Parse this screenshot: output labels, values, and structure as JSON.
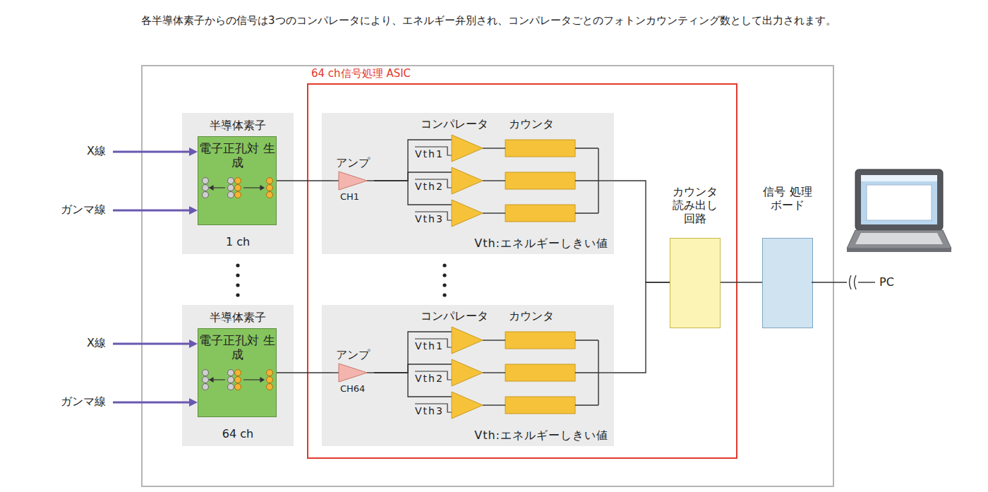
{
  "diagram": {
    "title": "各半導体素子からの信号は3つのコンパレータにより、エネルギー弁別され、コンパレータごとのフォトンカウンティング数として出力されます。",
    "nodes": [
      {
        "text": [
          "半導体素子",
          "1 ch"
        ]
      },
      {
        "text": [
          "電子正孔対 生成"
        ],
        "in": 0
      },
      {
        "text": [
          "64 ch信号処理 ASIC"
        ]
      },
      {
        "text": [
          "コンパレータ",
          "カウンタ",
          "Vth:エネルギーしきい値"
        ],
        "in": 2
      },
      {
        "text": [
          "アンプ",
          "CH1"
        ],
        "in": 3
      },
      {
        "text": [
          "Vth1"
        ],
        "in": 3
      },
      {
        "text": [
          "Vth2"
        ],
        "in": 3
      },
      {
        "text": [
          "Vth3"
        ],
        "in": 3
      },
      {
        "text": [
          "半導体素子",
          "64 ch"
        ]
      },
      {
        "text": [
          "電子正孔対 生成"
        ],
        "in": 8
      },
      {
        "text": [
          "コンパレータ",
          "カウンタ",
          "Vth:エネルギーしきい値"
        ],
        "in": 2
      },
      {
        "text": [
          "アンプ",
          "CH64"
        ],
        "in": 10
      },
      {
        "text": [
          "Vth1"
        ],
        "in": 10
      },
      {
        "text": [
          "Vth2"
        ],
        "in": 10
      },
      {
        "text": [
          "Vth3"
        ],
        "in": 10
      },
      {
        "text": [
          "カウンタ 読み出し 回路"
        ],
        "in": 2
      },
      {
        "text": [
          "信号 処理 ボード"
        ]
      }
    ],
    "edges": [
      {
        "from": 1,
        "to": 4,
        "arrow": "none"
      },
      {
        "from": 4,
        "to": 5,
        "arrow": "none"
      },
      {
        "from": 4,
        "to": 6,
        "arrow": "none"
      },
      {
        "from": 4,
        "to": 7,
        "arrow": "none"
      },
      {
        "from": 9,
        "to": 11,
        "arrow": "none"
      },
      {
        "from": 11,
        "to": 12,
        "arrow": "none"
      },
      {
        "from": 11,
        "to": 13,
        "arrow": "none"
      },
      {
        "from": 11,
        "to": 14,
        "arrow": "none"
      },
      {
        "from": 3,
        "to": 15,
        "arrow": "none"
      },
      {
        "from": 10,
        "to": 15,
        "arrow": "none"
      },
      {
        "from": 15,
        "to": 16,
        "arrow": "none"
      }
    ],
    "labels": [
      "X線",
      "ガンマ線",
      "X線",
      "ガンマ線",
      "PC"
    ]
  }
}
